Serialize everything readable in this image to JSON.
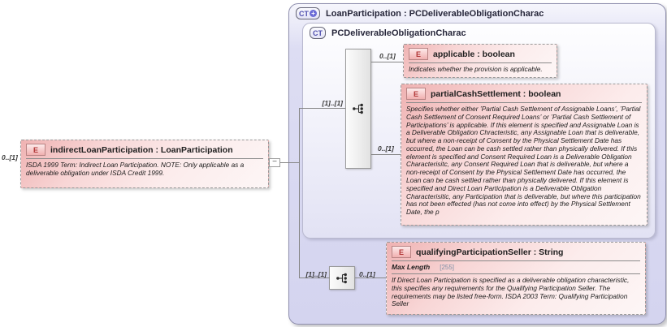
{
  "colors": {
    "element_fill_pink": "#f6d4d4",
    "element_badge_red": "#b03434",
    "container_lavender": "#d5d5ef",
    "ct_badge_blue": "#4f4fae",
    "connector_line": "#858585",
    "facet_value_gray": "#7d8fa6"
  },
  "root": {
    "cardinality": "0..[1]",
    "badge": "E",
    "title": "indirectLoanParticipation : LoanParticipation",
    "annotation": "ISDA 1999 Term: Indirect Loan Participation. NOTE: Only applicable as a deliverable obligation under ISDA Credit 1999.",
    "collapse": "−"
  },
  "outer": {
    "badge": "CT",
    "plus": "+",
    "title": "LoanParticipation : PCDeliverableObligationCharac"
  },
  "inner": {
    "badge": "CT",
    "title": "PCDeliverableObligationCharac"
  },
  "seq1": {
    "card_left": "[1]..[1]",
    "card_top": "0..[1]",
    "card_bottom": "0..[1]"
  },
  "seq2": {
    "card_left": "[1]..[1]",
    "card_right": "0..[1]"
  },
  "applicable": {
    "badge": "E",
    "title": "applicable : boolean",
    "annotation": "Indicates whether the provision is applicable."
  },
  "partialCashSettlement": {
    "badge": "E",
    "title": "partialCashSettlement : boolean",
    "annotation": "Specifies whether either ’Partial Cash Settlement of Assignable Loans’, ’Partial Cash Settlement of Consent Required Loans’ or ’Partial Cash Settlement of Participations’ is applicable. If this element is specified and Assignable Loan is a Deliverable Obligation Chracteristic, any Assignable Loan that is deliverable, but where a non-receipt of Consent by the Physical Settlement Date has occurred, the Loan can be cash settled rather than physically delivered. If this element is specified and Consent Required Loan is a Deliverable Obligation Characterisitc, any Consent Required Loan that is deliverable, but where a non-receipt of Consent by the Physical Settlement Date has occurred, the Loan can be cash settled rather than physically delivered. If this element is specified and Direct Loan Participation is a Deliverable Obligation Characterisitic, any Participation that is deliverable, but where this participation has not been effected (has not come into effect) by the Physical Settlement Date, the p"
  },
  "qualifyingParticipationSeller": {
    "badge": "E",
    "title": "qualifyingParticipationSeller : String",
    "facet_label": "Max Length",
    "facet_value": "[255]",
    "annotation": "If Direct Loan Participation is specified as a deliverable obligation characteristic, this specifies any requirements for the Qualifying Participation Seller. The requirements may be listed free-form. ISDA 2003 Term: Qualifying Participation Seller"
  }
}
